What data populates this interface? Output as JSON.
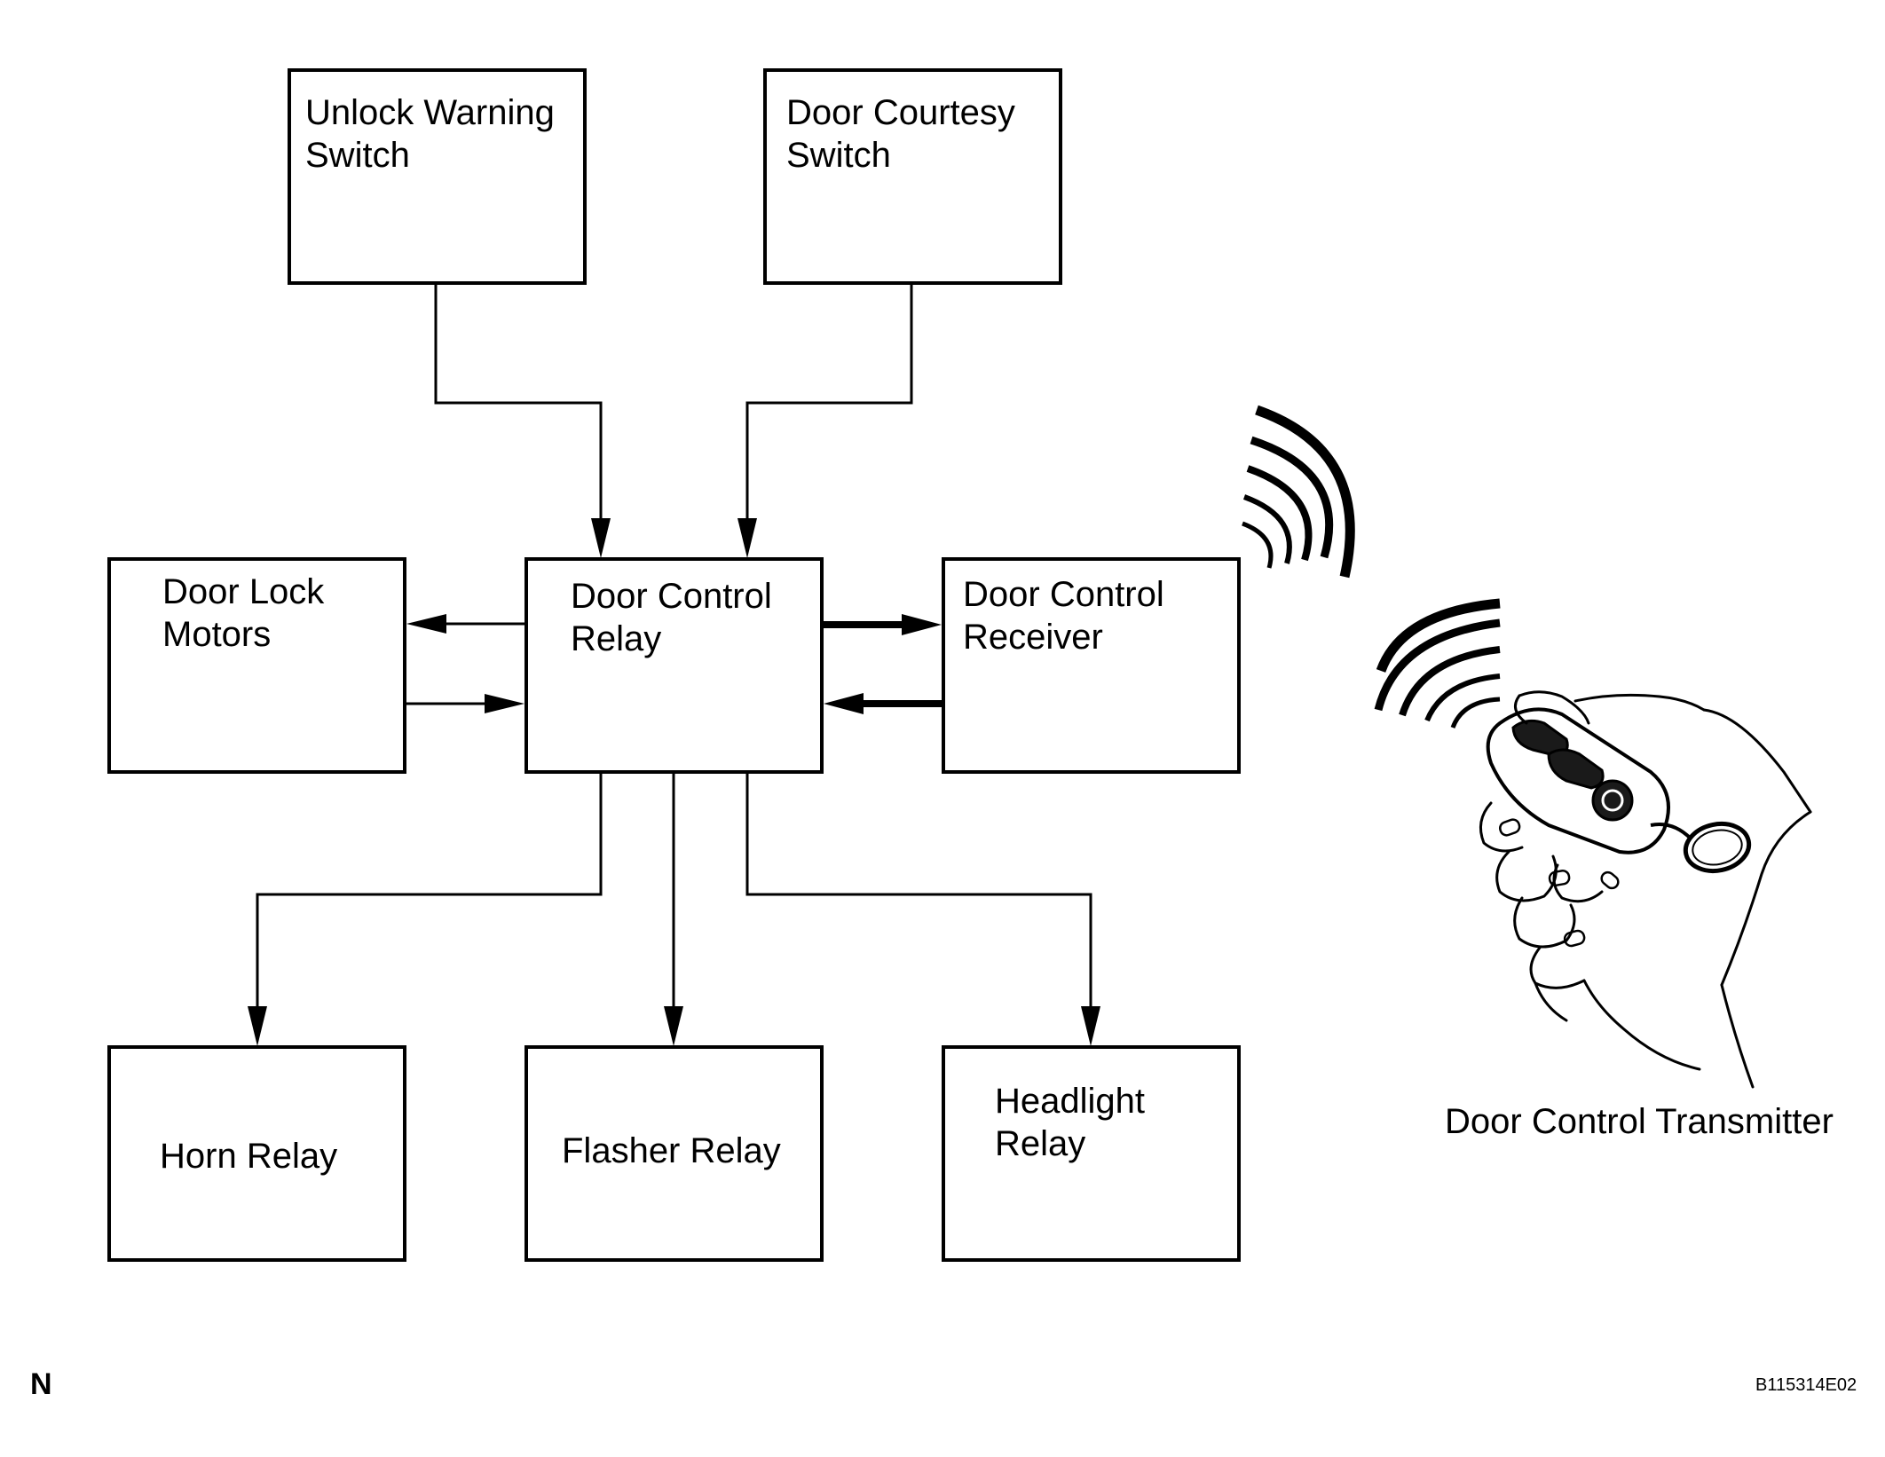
{
  "blocks": {
    "unlock_warning_switch": [
      "Unlock Warning",
      "Switch"
    ],
    "door_courtesy_switch": [
      "Door Courtesy",
      "Switch"
    ],
    "door_lock_motors": [
      "Door Lock",
      "Motors"
    ],
    "door_control_relay": [
      "Door Control",
      "Relay"
    ],
    "door_control_receiver": [
      "Door Control",
      "Receiver"
    ],
    "horn_relay": [
      "Horn Relay"
    ],
    "flasher_relay": [
      "Flasher Relay"
    ],
    "headlight_relay": [
      "Headlight",
      "Relay"
    ]
  },
  "transmitter_caption": "Door Control Transmitter",
  "corner_mark": "N",
  "figure_code": "B115314E02"
}
